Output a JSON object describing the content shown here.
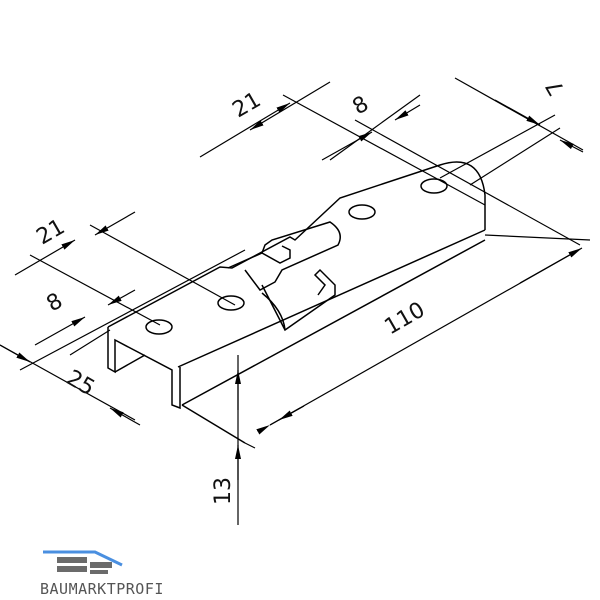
{
  "drawing": {
    "dimensions": {
      "top_21": "21",
      "top_8": "8",
      "top_7": "7",
      "left_21": "21",
      "left_8": "8",
      "width_25": "25",
      "length_110": "110",
      "height_13": "13"
    }
  },
  "logo": {
    "text": "BAUMARKTPROFI",
    "accent_color": "#4a8fe0",
    "brick_color": "#6b6b6b"
  }
}
